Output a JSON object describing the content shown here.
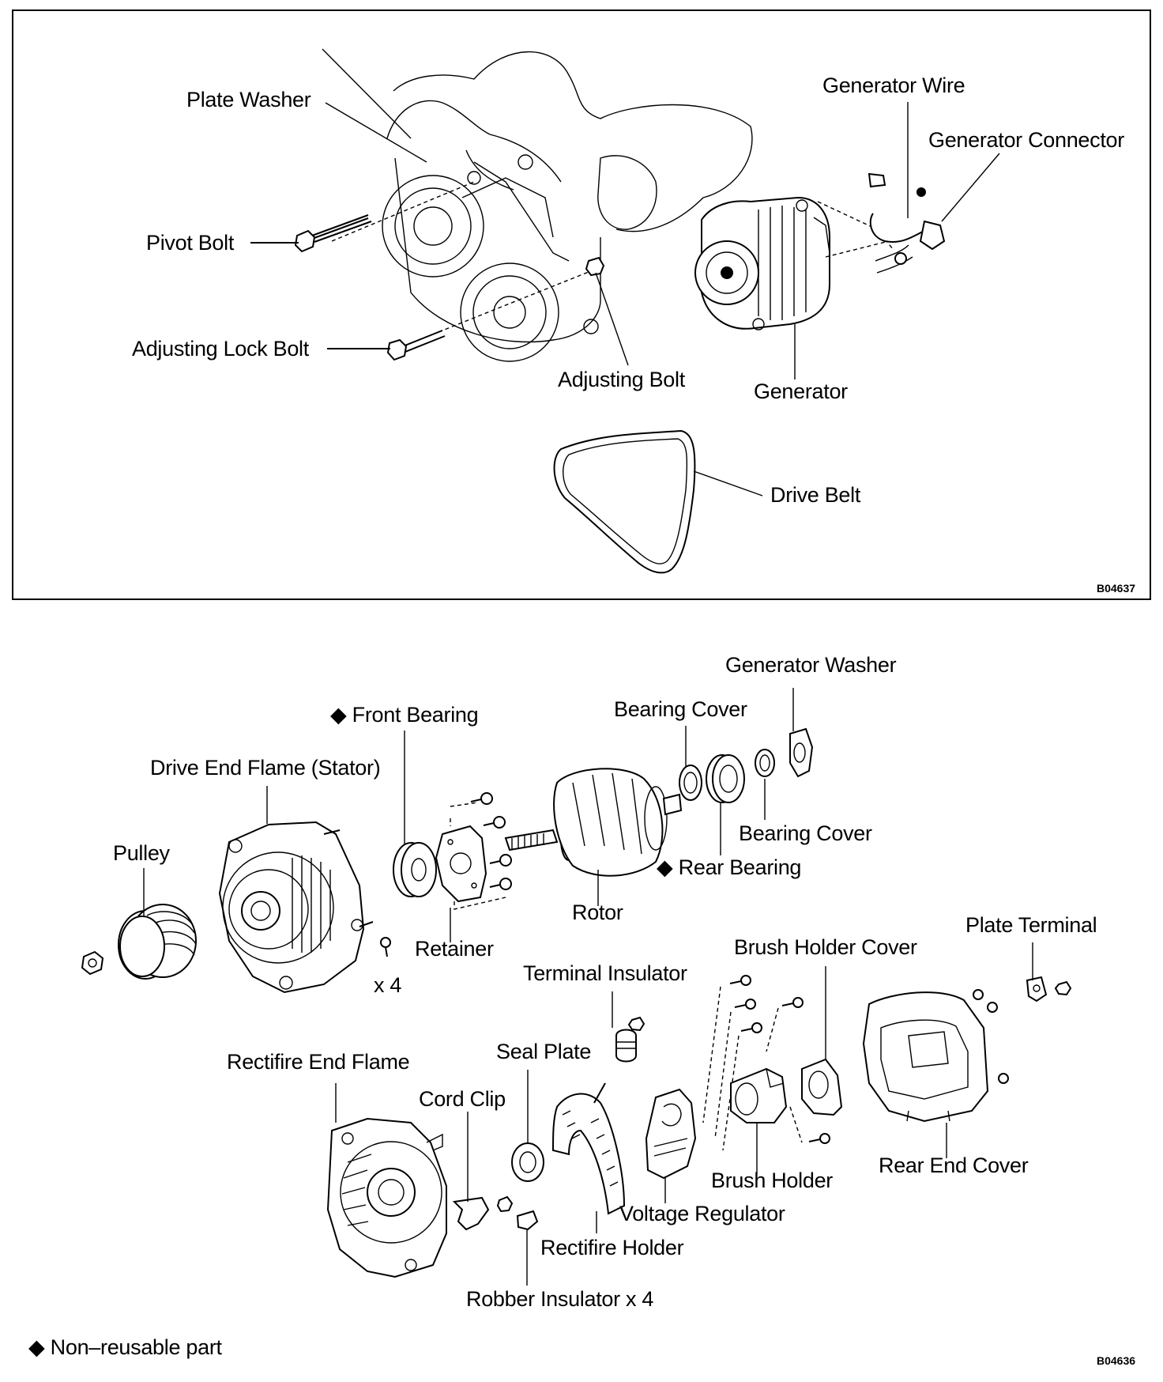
{
  "top_panel": {
    "labels": {
      "plate_washer": "Plate Washer",
      "generator_wire": "Generator Wire",
      "generator_connector": "Generator Connector",
      "pivot_bolt": "Pivot Bolt",
      "adjusting_lock_bolt": "Adjusting Lock Bolt",
      "adjusting_bolt": "Adjusting Bolt",
      "generator": "Generator",
      "drive_belt": "Drive Belt"
    },
    "figure_code": "B04637"
  },
  "bottom_panel": {
    "labels": {
      "generator_washer": "Generator Washer",
      "bearing_cover_top": "Bearing Cover",
      "front_bearing": "◆ Front Bearing",
      "drive_end_flame": "Drive End Flame (Stator)",
      "bearing_cover_bottom": "Bearing Cover",
      "pulley": "Pulley",
      "rear_bearing": "◆ Rear Bearing",
      "rotor": "Rotor",
      "plate_terminal": "Plate Terminal",
      "retainer": "Retainer",
      "brush_holder_cover": "Brush Holder Cover",
      "x4_bolts": "x 4",
      "terminal_insulator": "Terminal Insulator",
      "seal_plate": "Seal Plate",
      "rectifire_end_flame": "Rectifire End Flame",
      "cord_clip": "Cord Clip",
      "rear_end_cover": "Rear End Cover",
      "brush_holder": "Brush Holder",
      "voltage_regulator": "Voltage Regulator",
      "rectifire_holder": "Rectifire Holder",
      "robber_insulator": "Robber Insulator x 4"
    },
    "legend": "◆ Non–reusable part",
    "figure_code": "B04636"
  }
}
